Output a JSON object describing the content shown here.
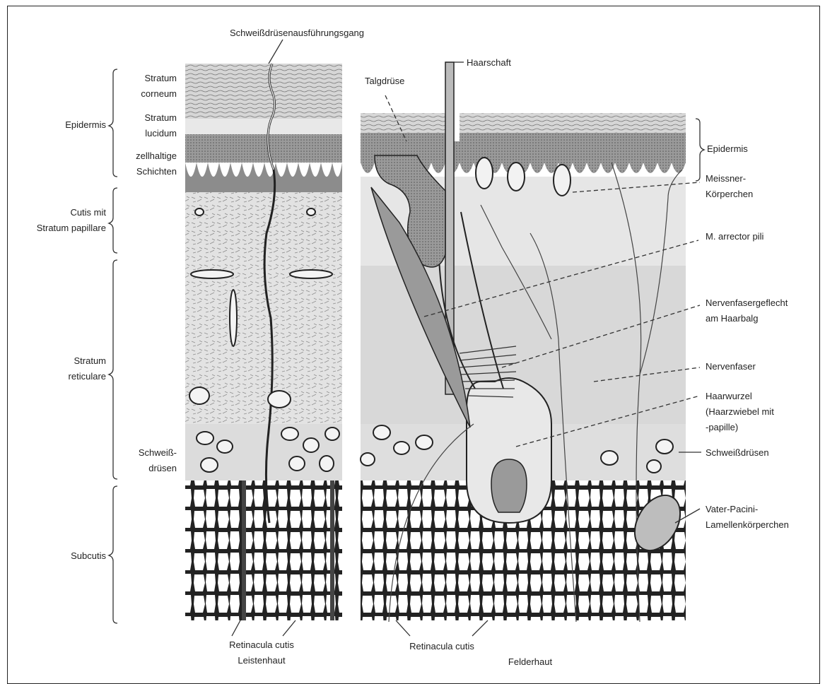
{
  "labels": {
    "top_duct": "Schweißdrüsenausführungsgang",
    "hair_shaft": "Haarschaft",
    "sebaceous": "Talgdrüse",
    "stratum_corneum": "Stratum\ncorneum",
    "stratum_lucidum": "Stratum\nlucidum",
    "cell_layers": "zellhaltige\nSchichten",
    "epidermis_left": "Epidermis",
    "cutis": "Cutis mit\nStratum papillare",
    "stratum_reticulare": "Stratum\nreticulare",
    "sweat_left": "Schweiß-\ndrüsen",
    "subcutis": "Subcutis",
    "epidermis_right": "Epidermis",
    "meissner": "Meissner-\nKörperchen",
    "arrector": "M. arrector pili",
    "nerve_plexus": "Nervenfasergeflecht\nam Haarbalg",
    "nerve_fiber": "Nervenfaser",
    "hair_root": "Haarwurzel\n(Haarzwiebel mit\n-papille)",
    "sweat_right": "Schweißdrüsen",
    "pacini": "Vater-Pacini-\nLamellenkörperchen",
    "retinacula_left": "Retinacula cutis",
    "leistenhaut": "Leistenhaut",
    "retinacula_right": "Retinacula cutis",
    "felderhaut": "Felderhaut"
  },
  "colors": {
    "ink": "#222222",
    "corneum": "#c8c8c8",
    "epidermis_dark": "#8a8a8a",
    "dermis": "#e4e4e4",
    "reticular": "#d4d4d4",
    "fat_fill": "#ffffff"
  }
}
